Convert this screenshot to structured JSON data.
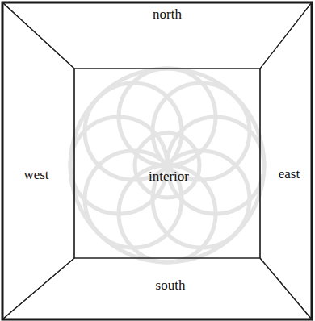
{
  "diagram": {
    "nodes": [
      {
        "text": [
          "north"
        ]
      },
      {
        "text": [
          "west"
        ]
      },
      {
        "text": [
          "interior"
        ]
      },
      {
        "text": [
          "east"
        ]
      },
      {
        "text": [
          "south"
        ]
      }
    ]
  }
}
